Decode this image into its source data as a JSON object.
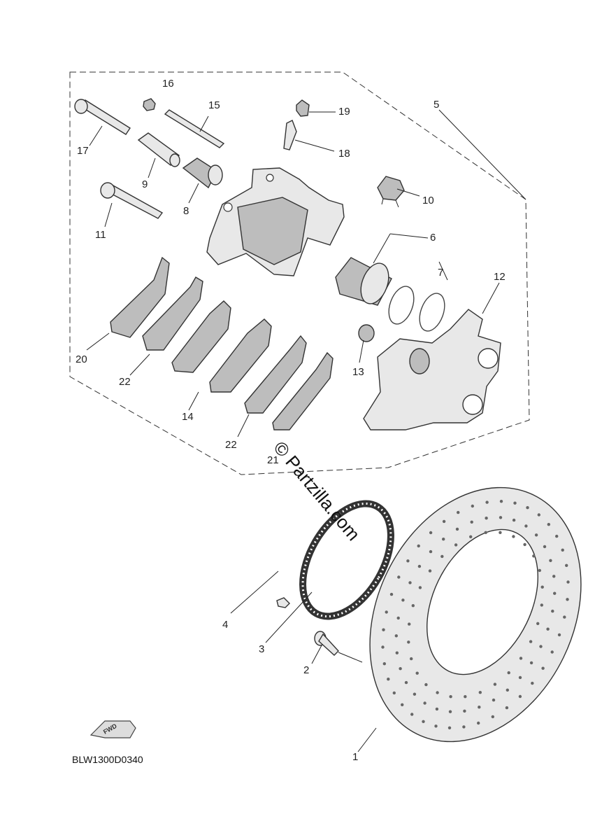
{
  "diagram": {
    "part_code": "BLW1300D0340",
    "watermark": "© Partzilla.com",
    "direction_label": "FWD",
    "callouts": [
      {
        "id": "c1",
        "text": "1"
      },
      {
        "id": "c2",
        "text": "2"
      },
      {
        "id": "c3",
        "text": "3"
      },
      {
        "id": "c4",
        "text": "4"
      },
      {
        "id": "c5",
        "text": "5"
      },
      {
        "id": "c6",
        "text": "6"
      },
      {
        "id": "c7",
        "text": "7"
      },
      {
        "id": "c8",
        "text": "8"
      },
      {
        "id": "c9",
        "text": "9"
      },
      {
        "id": "c10",
        "text": "10"
      },
      {
        "id": "c11",
        "text": "11"
      },
      {
        "id": "c12",
        "text": "12"
      },
      {
        "id": "c13",
        "text": "13"
      },
      {
        "id": "c14",
        "text": "14"
      },
      {
        "id": "c15",
        "text": "15"
      },
      {
        "id": "c16",
        "text": "16"
      },
      {
        "id": "c17",
        "text": "17"
      },
      {
        "id": "c18",
        "text": "18"
      },
      {
        "id": "c19",
        "text": "19"
      },
      {
        "id": "c20",
        "text": "20"
      },
      {
        "id": "c21",
        "text": "21"
      },
      {
        "id": "c22a",
        "text": "22"
      },
      {
        "id": "c22b",
        "text": "22"
      }
    ]
  }
}
